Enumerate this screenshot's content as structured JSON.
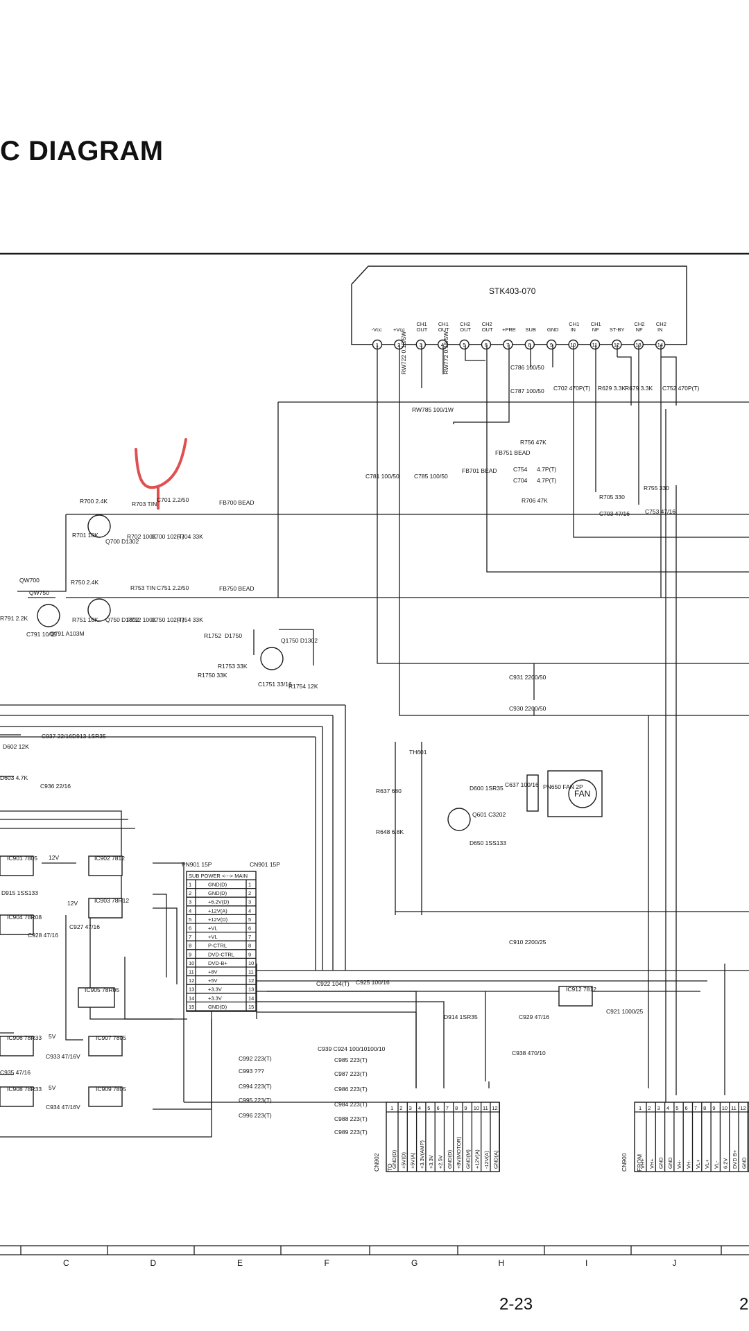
{
  "title": "C DIAGRAM",
  "page": {
    "left": "2-23",
    "right": "2"
  },
  "colors": {
    "ink": "#1a1a1a",
    "annotation": "#e05050",
    "background": "#ffffff"
  },
  "ruler": [
    "C",
    "D",
    "E",
    "F",
    "G",
    "H",
    "I",
    "J"
  ],
  "amp_ic": {
    "name": "STK403-070",
    "pins": [
      {
        "n": "1",
        "label": "-Vcc"
      },
      {
        "n": "2",
        "label": "+Vcc"
      },
      {
        "n": "3",
        "label": "CH1 OUT"
      },
      {
        "n": "4",
        "label": "CH1 OUT"
      },
      {
        "n": "5",
        "label": "CH2 OUT"
      },
      {
        "n": "6",
        "label": "CH2 OUT"
      },
      {
        "n": "7",
        "label": "+PRE"
      },
      {
        "n": "8",
        "label": "SUB"
      },
      {
        "n": "9",
        "label": "GND"
      },
      {
        "n": "10",
        "label": "CH1 IN"
      },
      {
        "n": "11",
        "label": "CH1 NF"
      },
      {
        "n": "12",
        "label": "ST-BY"
      },
      {
        "n": "13",
        "label": "CH2 NF"
      },
      {
        "n": "14",
        "label": "CH2 IN"
      }
    ]
  },
  "labels": [
    {
      "id": "rw722",
      "text": "RW722 0.15/5W"
    },
    {
      "id": "rw772",
      "text": "RW772 0.15/5W"
    },
    {
      "id": "c786",
      "text": "C786 100/50"
    },
    {
      "id": "c787",
      "text": "C787 100/50"
    },
    {
      "id": "c702",
      "text": "C702 470P(T)"
    },
    {
      "id": "r629",
      "text": "R629 3.3K"
    },
    {
      "id": "r679",
      "text": "R679 3.3K"
    },
    {
      "id": "c752",
      "text": "C752 470P(T)"
    },
    {
      "id": "rw785",
      "text": "RW785 100/1W"
    },
    {
      "id": "r756",
      "text": "R756 47K"
    },
    {
      "id": "fb751",
      "text": "FB751 BEAD"
    },
    {
      "id": "c754",
      "text": "C754"
    },
    {
      "id": "c754v",
      "text": "4.7P(T)"
    },
    {
      "id": "c704",
      "text": "C704"
    },
    {
      "id": "c704v",
      "text": "4.7P(T)"
    },
    {
      "id": "r706",
      "text": "R706 47K"
    },
    {
      "id": "fb701",
      "text": "FB701 BEAD"
    },
    {
      "id": "c781",
      "text": "C781 100/50"
    },
    {
      "id": "c785",
      "text": "C785 100/50"
    },
    {
      "id": "r705",
      "text": "R705 330"
    },
    {
      "id": "r755",
      "text": "R755 330"
    },
    {
      "id": "c703",
      "text": "C703 47/16"
    },
    {
      "id": "c753",
      "text": "C753 47/16"
    },
    {
      "id": "r700",
      "text": "R700 2.4K"
    },
    {
      "id": "r703",
      "text": "R703 TIN"
    },
    {
      "id": "c701",
      "text": "C701 2.2/50"
    },
    {
      "id": "fb700",
      "text": "FB700 BEAD"
    },
    {
      "id": "r701",
      "text": "R701 10K"
    },
    {
      "id": "q700",
      "text": "Q700 D1302"
    },
    {
      "id": "r702",
      "text": "R702 100K"
    },
    {
      "id": "c700",
      "text": "C700 102(T)"
    },
    {
      "id": "r704",
      "text": "R704 33K"
    },
    {
      "id": "qw700",
      "text": "QW700"
    },
    {
      "id": "qw750",
      "text": "QW750"
    },
    {
      "id": "r750",
      "text": "R750 2.4K"
    },
    {
      "id": "r753",
      "text": "R753 TIN"
    },
    {
      "id": "c751",
      "text": "C751 2.2/50"
    },
    {
      "id": "fb750",
      "text": "FB750 BEAD"
    },
    {
      "id": "r791",
      "text": "R791 2.2K"
    },
    {
      "id": "c791",
      "text": "C791 10/35"
    },
    {
      "id": "q791",
      "text": "Q791 A103M"
    },
    {
      "id": "r751",
      "text": "R751 10K"
    },
    {
      "id": "q750",
      "text": "Q750 D1302"
    },
    {
      "id": "r752",
      "text": "R752 100K"
    },
    {
      "id": "c750",
      "text": "C750 102(T)"
    },
    {
      "id": "r754",
      "text": "R754 33K"
    },
    {
      "id": "r1752",
      "text": "R1752"
    },
    {
      "id": "d1750",
      "text": "D1750"
    },
    {
      "id": "r1753",
      "text": "R1753 33K"
    },
    {
      "id": "q1750",
      "text": "Q1750 D1302"
    },
    {
      "id": "r1750",
      "text": "R1750 33K"
    },
    {
      "id": "c1751",
      "text": "C1751 33/16"
    },
    {
      "id": "r1754",
      "text": "R1754 12K"
    },
    {
      "id": "c931",
      "text": "C931 2200/50"
    },
    {
      "id": "c930",
      "text": "C930 2200/50"
    },
    {
      "id": "c937",
      "text": "C937 22/16"
    },
    {
      "id": "d913",
      "text": "D913 1SR35"
    },
    {
      "id": "d602",
      "text": "D602 12K"
    },
    {
      "id": "d603",
      "text": "D603 4.7K"
    },
    {
      "id": "c936",
      "text": "C936 22/16"
    },
    {
      "id": "th601",
      "text": "TH601"
    },
    {
      "id": "r637",
      "text": "R637 680"
    },
    {
      "id": "d600",
      "text": "D600 1SR35"
    },
    {
      "id": "c637",
      "text": "C637 100/16"
    },
    {
      "id": "pn650",
      "text": "PN650 FAN 2P"
    },
    {
      "id": "fan",
      "text": "FAN"
    },
    {
      "id": "r648",
      "text": "R648 6.8K"
    },
    {
      "id": "q601",
      "text": "Q601 C3202"
    },
    {
      "id": "d650",
      "text": "D650 1SS133"
    },
    {
      "id": "ic901",
      "text": "IC901 7805"
    },
    {
      "id": "ic902",
      "text": "IC902 7812"
    },
    {
      "id": "v12",
      "text": "12V"
    },
    {
      "id": "d915",
      "text": "D915 1SS133"
    },
    {
      "id": "ic903",
      "text": "IC903 78R12"
    },
    {
      "id": "ic904",
      "text": "IC904 78R08"
    },
    {
      "id": "c928",
      "text": "C928 47/16"
    },
    {
      "id": "c927",
      "text": "C927 47/16"
    },
    {
      "id": "v12b",
      "text": "12V"
    },
    {
      "id": "ic905",
      "text": "IC905 78R05"
    },
    {
      "id": "ic906",
      "text": "IC906 78R33"
    },
    {
      "id": "ic907",
      "text": "IC907 7805"
    },
    {
      "id": "c933",
      "text": "C933 47/16V"
    },
    {
      "id": "v5",
      "text": "5V"
    },
    {
      "id": "c935",
      "text": "C935 47/16"
    },
    {
      "id": "ic908",
      "text": "IC908 78R33"
    },
    {
      "id": "ic909",
      "text": "IC909 7805"
    },
    {
      "id": "c934",
      "text": "C934 47/16V"
    },
    {
      "id": "v5b",
      "text": "5V"
    },
    {
      "id": "pn901",
      "text": "PN901 15P"
    },
    {
      "id": "cn901",
      "text": "CN901 15P"
    },
    {
      "id": "c910",
      "text": "C910 2200/25"
    },
    {
      "id": "c922",
      "text": "C922 104(T)"
    },
    {
      "id": "c925",
      "text": "C925 100/16"
    },
    {
      "id": "c939",
      "text": "C939 C924 100/10100/10"
    },
    {
      "id": "d914",
      "text": "D914 1SR35"
    },
    {
      "id": "ic912",
      "text": "IC912 7812"
    },
    {
      "id": "c929",
      "text": "C929 47/16"
    },
    {
      "id": "c921",
      "text": "C921 1000/25"
    },
    {
      "id": "c938",
      "text": "C938 470/10"
    },
    {
      "id": "c992",
      "text": "C992 223(T)"
    },
    {
      "id": "c993",
      "text": "C993 ???"
    },
    {
      "id": "c994",
      "text": "C994 223(T)"
    },
    {
      "id": "c995",
      "text": "C995 223(T)"
    },
    {
      "id": "c996",
      "text": "C996 223(T)"
    },
    {
      "id": "c985",
      "text": "C985 223(T)"
    },
    {
      "id": "c987",
      "text": "C987 223(T)"
    },
    {
      "id": "c986",
      "text": "C986 223(T)"
    },
    {
      "id": "c984",
      "text": "C984 223(T)"
    },
    {
      "id": "c988",
      "text": "C988 223(T)"
    },
    {
      "id": "c989",
      "text": "C989 223(T)"
    },
    {
      "id": "cn902",
      "text": "CN902"
    },
    {
      "id": "to",
      "text": "TO"
    },
    {
      "id": "cn900",
      "text": "CN900"
    },
    {
      "id": "from",
      "text": "FROM"
    }
  ],
  "connector_15p": {
    "header": "SUB  POWER <---> MAIN",
    "rows": [
      {
        "n": "1",
        "sig": "GND(D)"
      },
      {
        "n": "2",
        "sig": "GND(D)"
      },
      {
        "n": "3",
        "sig": "+6.2V(D)"
      },
      {
        "n": "4",
        "sig": "+12V(A)"
      },
      {
        "n": "5",
        "sig": "+12V(D)"
      },
      {
        "n": "6",
        "sig": "+VL"
      },
      {
        "n": "7",
        "sig": "+VL"
      },
      {
        "n": "8",
        "sig": "P-CTRL"
      },
      {
        "n": "9",
        "sig": "DVD-CTRL"
      },
      {
        "n": "10",
        "sig": "DVD-B+"
      },
      {
        "n": "11",
        "sig": "+8V"
      },
      {
        "n": "12",
        "sig": "+5V"
      },
      {
        "n": "13",
        "sig": "+3.3V"
      },
      {
        "n": "14",
        "sig": "+3.3V"
      },
      {
        "n": "15",
        "sig": "GND(D)"
      }
    ]
  },
  "cn902": {
    "pins": [
      "1",
      "2",
      "3",
      "4",
      "5",
      "6",
      "7",
      "8",
      "9",
      "10",
      "11",
      "12"
    ],
    "signals": [
      "GND(D)",
      "+5V(D)",
      "+5V(A)",
      "+3.3V(AMP)",
      "+3.3V",
      "+2.5V",
      "GND(D)",
      "+8V(MOTOR)",
      "GND(M)",
      "+12V(A)",
      "-12V(A)",
      "GND(A)"
    ]
  },
  "cn900": {
    "pins": [
      "1",
      "2",
      "3",
      "4",
      "5",
      "6",
      "7",
      "8",
      "9",
      "10",
      "11",
      "12"
    ],
    "signals": [
      "VH+",
      "VH+",
      "GND",
      "GND",
      "VH-",
      "VH-",
      "VL+",
      "VL+",
      "VL-",
      "6.2V",
      "DVD B+",
      "GND"
    ]
  }
}
